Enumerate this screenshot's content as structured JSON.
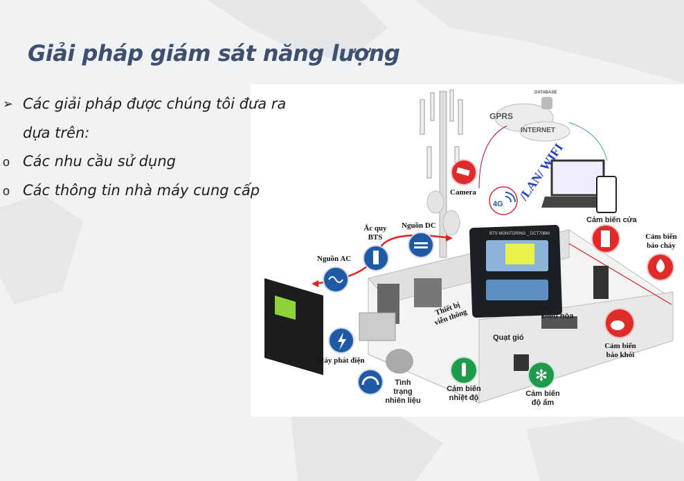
{
  "title": "Giải pháp giám sát năng lượng",
  "bullets": [
    {
      "marker": "➢",
      "text": "Các giải pháp được chúng tôi đưa ra"
    },
    {
      "marker": "",
      "text": "dựa trên:"
    },
    {
      "marker": "o",
      "text": "Các nhu cầu sử dụng"
    },
    {
      "marker": "o",
      "text": "Các thông tin nhà máy cung cấp"
    }
  ],
  "diagram": {
    "labels": {
      "camera": "Camera",
      "gprs": "GPRS",
      "internet": "INTERNET",
      "database": "DATABASE",
      "lan_wifi": "/LAN/ WIFI",
      "4g": "4G",
      "battery": "Ắc quy BTS",
      "dc": "Nguồn DC",
      "ac": "Nguồn AC",
      "telecom": "Thiết bị viễn thông",
      "generator": "Máy phát điện",
      "fuel": "Tình trạng nhiên liệu",
      "temp": "Cảm biến nhiệt độ",
      "humidity": "Cảm biến độ ẩm",
      "fan": "Quạt gió",
      "aircon": "Điều hòa",
      "smoke": "Cảm biến báo khói",
      "door": "Cảm biến cửa",
      "fire": "Cảm biến báo cháy",
      "monitor": "BTS MONITORING _ DCT70BM"
    },
    "colors": {
      "blue": "#1f5aa6",
      "red": "#e02b2b",
      "green": "#1f9a4a"
    }
  }
}
